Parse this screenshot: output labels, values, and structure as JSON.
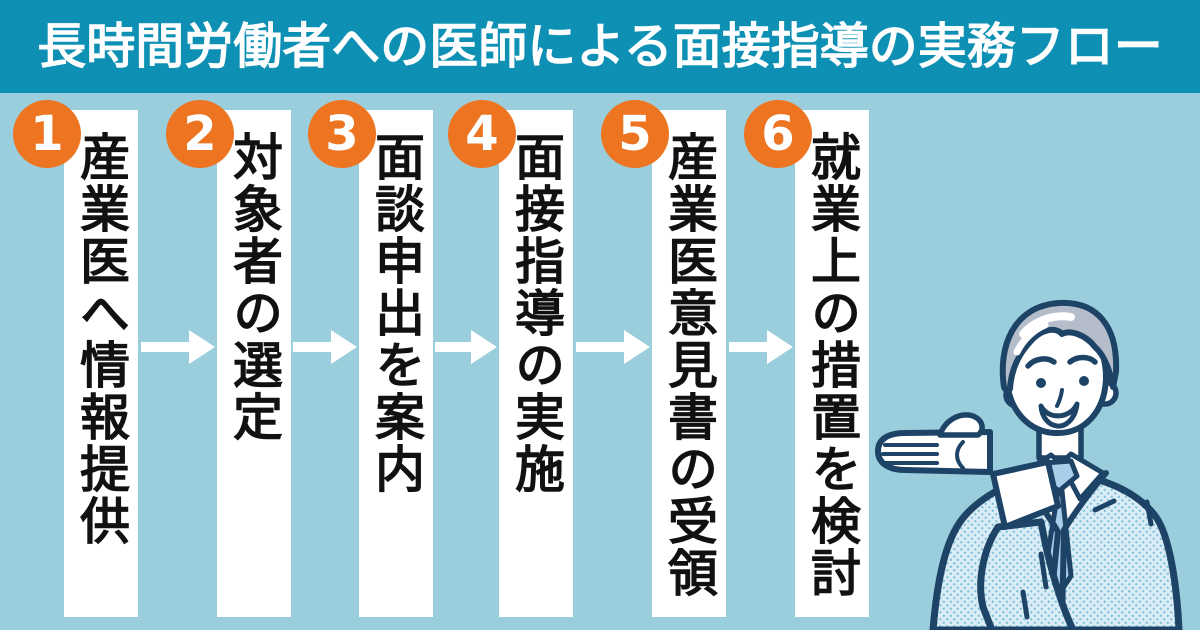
{
  "title": "長時間労働者への医師による面接指導の実務フロー",
  "steps": [
    {
      "number": "1",
      "label": "産業医へ情報提供"
    },
    {
      "number": "2",
      "label": "対象者の選定"
    },
    {
      "number": "3",
      "label": "面談申出を案内"
    },
    {
      "number": "4",
      "label": "面接指導の実施"
    },
    {
      "number": "5",
      "label": "産業医意見書の受領"
    },
    {
      "number": "6",
      "label": "就業上の措置を検討"
    }
  ],
  "arrows": {
    "count": 5,
    "direction": "right"
  },
  "illustration": {
    "name": "presenting-businessman-illustration"
  },
  "colors": {
    "header_bg": "#0d90b4",
    "page_bg": "#9bcedc",
    "step_bg": "#ffffff",
    "badge_bg": "#ed7421",
    "badge_text": "#ffffff",
    "step_text": "#111111",
    "arrow": "#ffffff",
    "line": "#1d4467",
    "hair": "#b4bdc9",
    "suit": "#daecf5",
    "suit_dot": "#7fc0da",
    "tie": "#a8cee9"
  }
}
